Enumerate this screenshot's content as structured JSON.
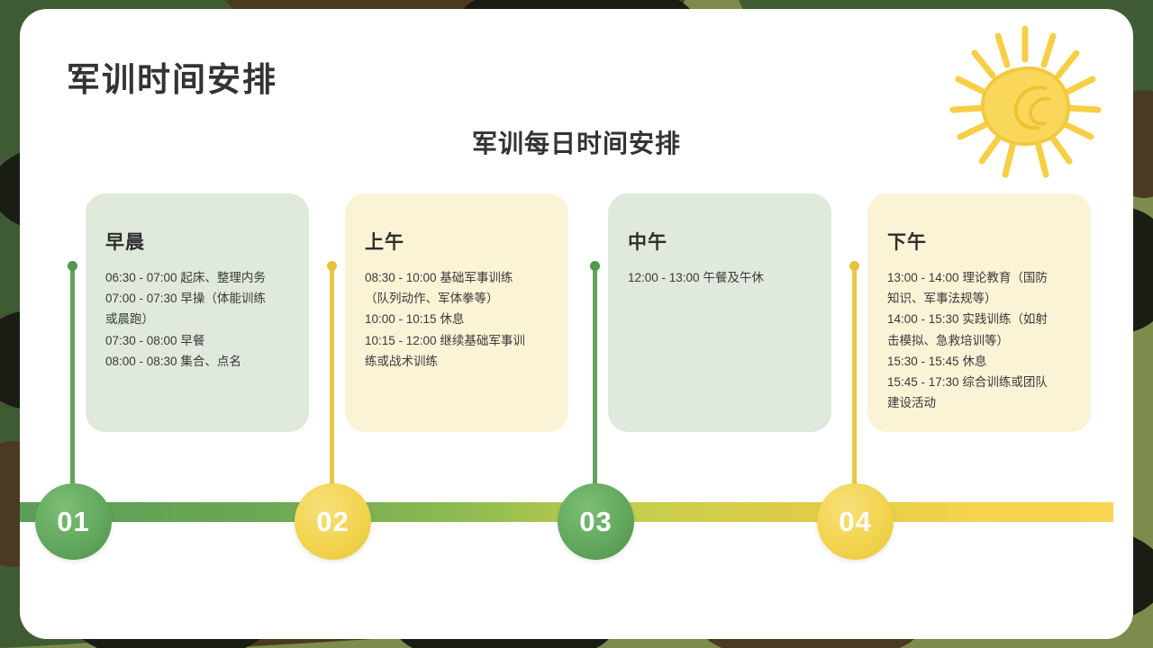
{
  "slide": {
    "main_title": "军训时间安排",
    "sub_title": "军训每日时间安排"
  },
  "icons": {
    "sun": "sun-icon"
  },
  "colors": {
    "green": "#5a9e57",
    "yellow": "#f2d44f",
    "card_green": "#dfe9dc",
    "card_yellow": "#faf3d6",
    "title": "#333333",
    "camo_dark_green": "#3f5b33",
    "camo_olive": "#7d8c4c",
    "camo_brown": "#4a3a22",
    "camo_black": "#191d14"
  },
  "timeline": {
    "steps": [
      {
        "number": "01",
        "accent": "green",
        "card_title": "早晨",
        "card_body": "06:30 - 07:00 起床、整理内务\n07:00 - 07:30 早操（体能训练\n或晨跑）\n07:30 - 08:00 早餐\n08:00 - 08:30 集合、点名"
      },
      {
        "number": "02",
        "accent": "yellow",
        "card_title": "上午",
        "card_body": "08:30 - 10:00 基础军事训练\n （队列动作、军体拳等）\n10:00 - 10:15 休息\n10:15 - 12:00 继续基础军事训\n练或战术训练"
      },
      {
        "number": "03",
        "accent": "green",
        "card_title": "中午",
        "card_body": "12:00 - 13:00 午餐及午休"
      },
      {
        "number": "04",
        "accent": "yellow",
        "card_title": "下午",
        "card_body": "13:00 - 14:00 理论教育（国防\n知识、军事法规等）\n14:00 - 15:30 实践训练（如射\n击模拟、急救培训等）\n15:30 - 15:45 休息\n15:45 - 17:30 综合训练或团队\n建设活动"
      }
    ]
  }
}
